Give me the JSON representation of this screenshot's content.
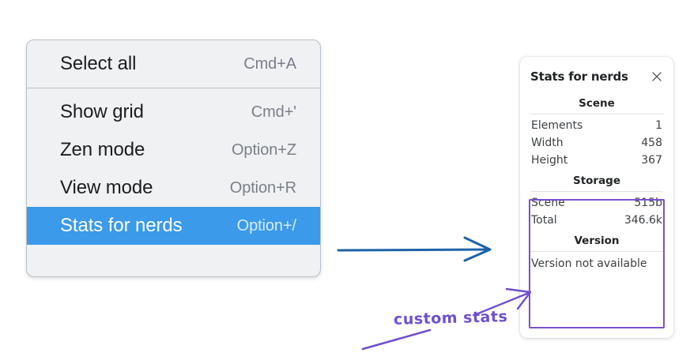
{
  "menu": {
    "groups": [
      {
        "items": [
          {
            "label": "Select all",
            "shortcut": "Cmd+A",
            "selected": false
          }
        ]
      },
      {
        "items": [
          {
            "label": "Show grid",
            "shortcut": "Cmd+'",
            "selected": false
          },
          {
            "label": "Zen mode",
            "shortcut": "Option+Z",
            "selected": false
          },
          {
            "label": "View mode",
            "shortcut": "Option+R",
            "selected": false
          },
          {
            "label": "Stats for nerds",
            "shortcut": "Option+/",
            "selected": true
          }
        ]
      }
    ],
    "highlight_color": "#3b9ae9"
  },
  "stats_panel": {
    "title": "Stats for nerds",
    "close_icon": "close-icon",
    "sections": [
      {
        "heading": "Scene",
        "rows": [
          {
            "label": "Elements",
            "value": "1"
          },
          {
            "label": "Width",
            "value": "458"
          },
          {
            "label": "Height",
            "value": "367"
          }
        ]
      },
      {
        "heading": "Storage",
        "rows": [
          {
            "label": "Scene",
            "value": "515b"
          },
          {
            "label": "Total",
            "value": "346.6k"
          }
        ]
      },
      {
        "heading": "Version",
        "plain": "Version not available"
      }
    ],
    "highlight_border_color": "#7a52cf"
  },
  "annotations": {
    "label": "custom stats",
    "label_color": "#6f4fd0",
    "blue_arrow_color": "#1c63a8",
    "purple_stroke_color": "#6f4fd0"
  }
}
